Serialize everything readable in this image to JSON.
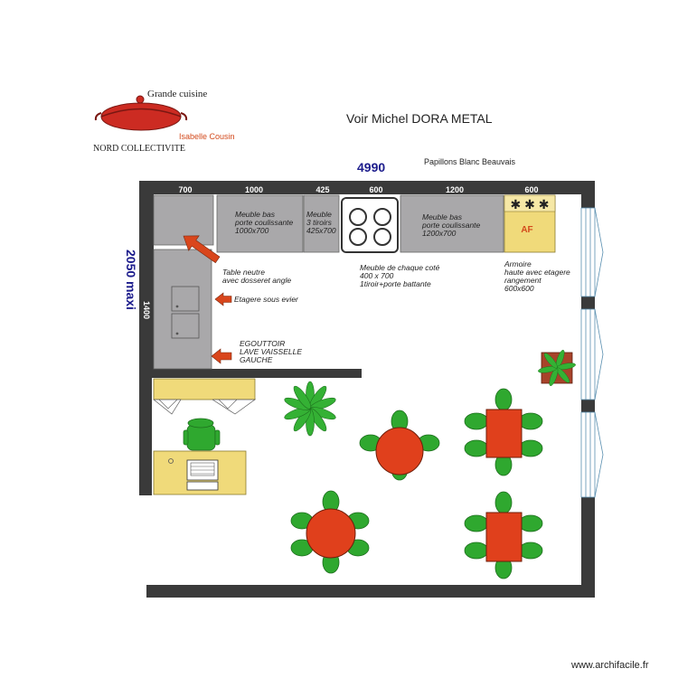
{
  "header": {
    "logo_line1": "Grande cuisine",
    "logo_signature": "Isabelle Cousin",
    "logo_line2": "NORD COLLECTIVITE",
    "title": "Voir Michel DORA METAL",
    "subtitle": "Papillons Blanc Beauvais"
  },
  "dimensions": {
    "total_width": "4990",
    "total_height": "2050 maxi",
    "segments": [
      "700",
      "1000",
      "425",
      "600",
      "1200",
      "600"
    ],
    "left_segment": "1400"
  },
  "furniture": {
    "meuble_1000": [
      "Meuble bas",
      "porte coulissante",
      "1000x700"
    ],
    "meuble_425": [
      "Meuble",
      "3 tiroirs",
      "425x700"
    ],
    "meuble_1200": [
      "Meuble bas",
      "porte coulissante",
      "1200x700"
    ],
    "armoire_code": "AF",
    "armoire_marks": "✱ ✱ ✱"
  },
  "annotations": {
    "table_neutre": [
      "Table neutre",
      "avec dosseret angle"
    ],
    "meuble_cote": [
      "Meuble de chaque coté",
      "400 x 700",
      "1tiroir+porte battante"
    ],
    "armoire": [
      "Armoire",
      " haute avec etagere",
      "rangement",
      "600x600"
    ],
    "etagere": "Etagere sous evier",
    "egouttoir": [
      "EGOUTTOIR",
      "LAVE VAISSELLE",
      "GAUCHE"
    ]
  },
  "colors": {
    "wall": "#3a3a3a",
    "counter": "#a9a8aa",
    "yellow": "#f0da7a",
    "table_red": "#e0401c",
    "chair_green": "#2fa82f",
    "arrow": "#d9461c",
    "dimension_blue": "#1c1c8c",
    "logo_red": "#cc2b22",
    "window_blue": "#8fc7e0"
  },
  "footer": {
    "watermark": "www.archifacile.fr"
  }
}
